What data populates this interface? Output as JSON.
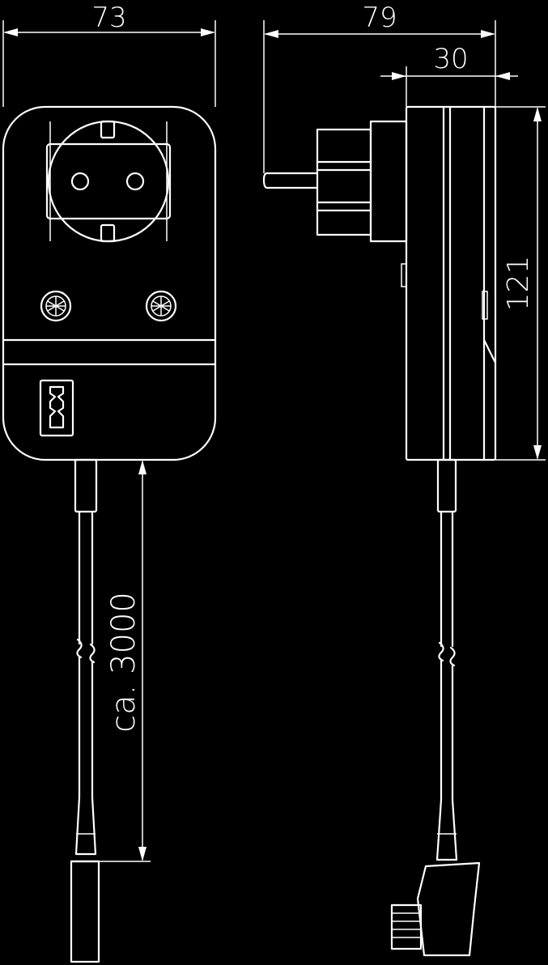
{
  "dimensions": {
    "front_width": "73",
    "side_depth_total": "79",
    "side_body_depth": "30",
    "side_height": "121",
    "cable_length": "ca. 3000"
  },
  "colors": {
    "background": "#000000",
    "lines": "#ffffff"
  }
}
